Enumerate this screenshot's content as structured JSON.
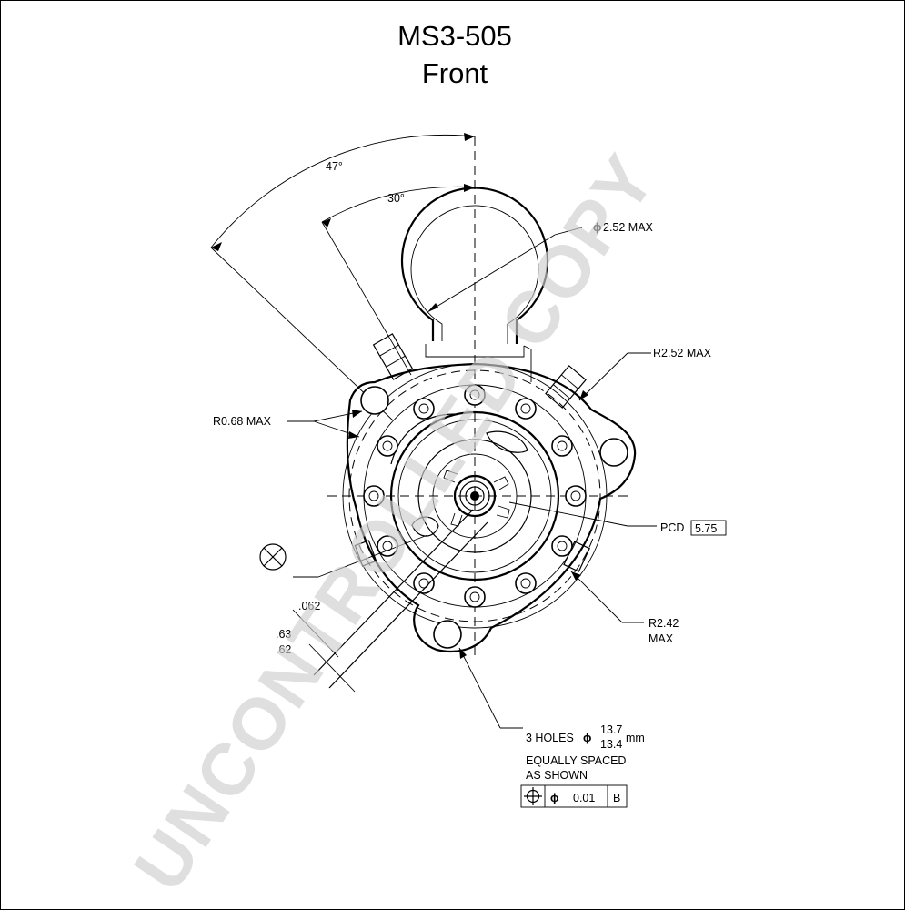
{
  "title": {
    "model": "MS3-505",
    "view": "Front"
  },
  "watermark": "UNCONTROLLED COPY",
  "dimensions": {
    "angle_outer": "47°",
    "angle_inner": "30°",
    "dia_max": "2.52 MAX",
    "dia_symbol": "ϕ",
    "r_top": "R2.52 MAX",
    "r_left": "R0.68 MAX",
    "pcd_label": "PCD",
    "pcd_value": "5.75",
    "r_bottom_line1": "R2.42",
    "r_bottom_line2": "MAX",
    "d_062": ".062",
    "d_63": ".63",
    "d_62": ".62"
  },
  "holes_note": {
    "prefix": "3 HOLES",
    "dia_symbol": "ϕ",
    "upper": "13.7",
    "lower": "13.4",
    "unit": "mm",
    "line2": "EQUALLY SPACED",
    "line3": "AS SHOWN"
  },
  "tolerance_frame": {
    "position_symbol": "⌖",
    "dia_symbol": "ϕ",
    "value": "0.01",
    "datum": "B"
  }
}
